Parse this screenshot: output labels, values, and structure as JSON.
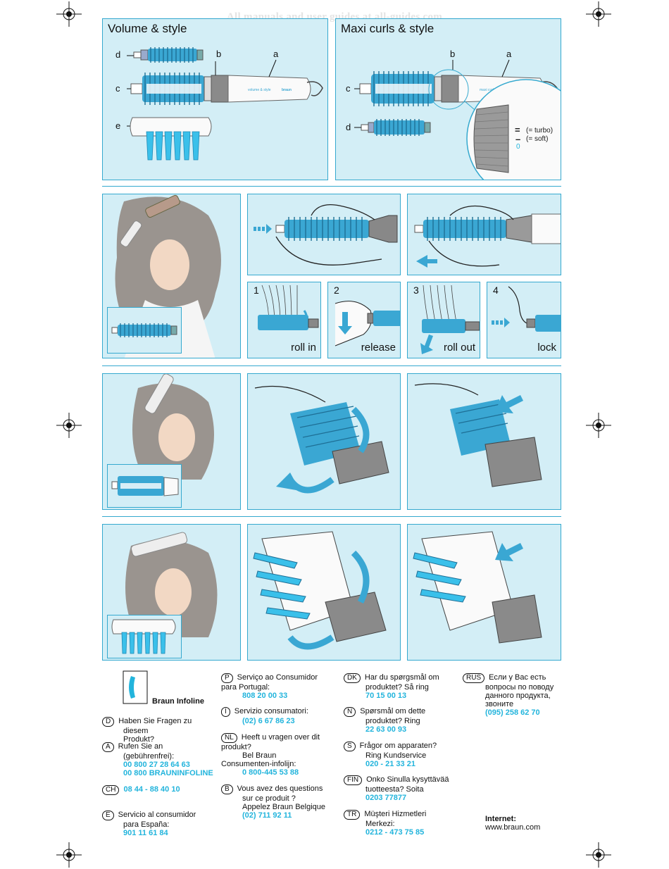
{
  "watermark": "All manuals and user guides at all-guides.com",
  "section1": {
    "volume_title": "Volume & style",
    "maxi_title": "Maxi curls & style",
    "labels": {
      "a": "a",
      "b": "b",
      "c": "c",
      "d": "d",
      "e": "e"
    },
    "handle_text_volume": "volume & style",
    "handle_text_maxi": "maxi curls & style",
    "brand": "braun",
    "turbo": "(= turbo)",
    "soft": "(= soft)",
    "switch_mark_turbo": "=",
    "switch_mark_soft": "–",
    "switch_mark_off": "0"
  },
  "steps": [
    {
      "num": "1",
      "label": "roll in"
    },
    {
      "num": "2",
      "label": "release"
    },
    {
      "num": "3",
      "label": "roll out"
    },
    {
      "num": "4",
      "label": "lock"
    }
  ],
  "contacts": {
    "infoline": "Braun Infoline",
    "col1": {
      "d_code": "D",
      "d_lines": [
        "Haben Sie Fragen zu",
        "diesem",
        "Produkt?"
      ],
      "a_code": "A",
      "a_lines": [
        "Rufen Sie an",
        "(gebührenfrei):"
      ],
      "a_nums": [
        "00 800 27 28 64 63",
        "00 800 BRAUNINFOLINE"
      ],
      "ch_code": "CH",
      "ch_num": "08 44 - 88 40 10",
      "e_code": "E",
      "e_lines": [
        "Servicio al consumidor",
        "para España:"
      ],
      "e_num": "901 11 61 84"
    },
    "col2": {
      "p_code": "P",
      "p_lines": [
        "Serviço ao Consumidor",
        "para Portugal:"
      ],
      "p_num": "808 20 00 33",
      "i_code": "I",
      "i_lines": [
        "Servizio consumatori:"
      ],
      "i_num": "(02) 6 67 86 23",
      "nl_code": "NL",
      "nl_lines": [
        "Heeft u vragen over dit",
        "produkt?",
        "Bel Braun",
        "Consumenten-infolijn:"
      ],
      "nl_num": "0 800-445 53 88",
      "b_code": "B",
      "b_lines": [
        "Vous avez des questions",
        "sur ce produit ?",
        "Appelez Braun Belgique"
      ],
      "b_num": "(02) 711 92 11"
    },
    "col3": {
      "dk_code": "DK",
      "dk_lines": [
        "Har du spørgsmål om",
        "produktet? Så ring"
      ],
      "dk_num": "70 15 00 13",
      "n_code": "N",
      "n_lines": [
        "Spørsmål om dette",
        "produktet? Ring"
      ],
      "n_num": "22 63 00 93",
      "s_code": "S",
      "s_lines": [
        "Frågor om apparaten?",
        "Ring Kundservice"
      ],
      "s_num": "020 - 21 33 21",
      "fin_code": "FIN",
      "fin_lines": [
        "Onko Sinulla kysyttävää",
        "tuotteesta? Soita"
      ],
      "fin_num": "0203 77877",
      "tr_code": "TR",
      "tr_lines": [
        "Müşteri Hizmetleri",
        "Merkezi:"
      ],
      "tr_num": "0212 - 473 75 85"
    },
    "col4": {
      "rus_code": "RUS",
      "rus_lines": [
        "Если у Вас есть",
        "вопросы по поводу",
        "данного продукта,",
        "звоните"
      ],
      "rus_num": "(095) 258 62 70",
      "internet_label": "Internet:",
      "internet_url": "www.braun.com"
    }
  },
  "colors": {
    "panel_bg": "#d3eef6",
    "border": "#35a9cf",
    "accent": "#22b4dc",
    "brush_blue": "#3aa7d3"
  }
}
